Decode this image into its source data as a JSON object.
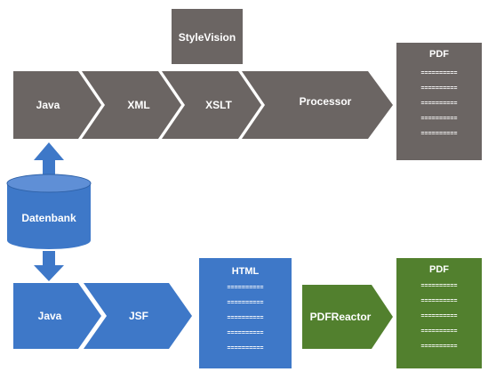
{
  "colors": {
    "gray": "#6b6563",
    "blue": "#3e78c8",
    "green": "#52802e",
    "text": "#ffffff"
  },
  "top_flow": {
    "java": "Java",
    "xml": "XML",
    "xslt": "XSLT",
    "processor": "Processor",
    "stylevision": "StyleVision",
    "pdf_title": "PDF",
    "pdf_lines": [
      "==========",
      "==========",
      "==========",
      "==========",
      "=========="
    ]
  },
  "database": {
    "label": "Datenbank"
  },
  "bottom_flow": {
    "java": "Java",
    "jsf": "JSF",
    "html_title": "HTML",
    "html_lines": [
      "==========",
      "==========",
      "==========",
      "==========",
      "=========="
    ],
    "pdfreactor": "PDFReactor",
    "pdf_title": "PDF",
    "pdf_lines": [
      "==========",
      "==========",
      "==========",
      "==========",
      "=========="
    ]
  }
}
